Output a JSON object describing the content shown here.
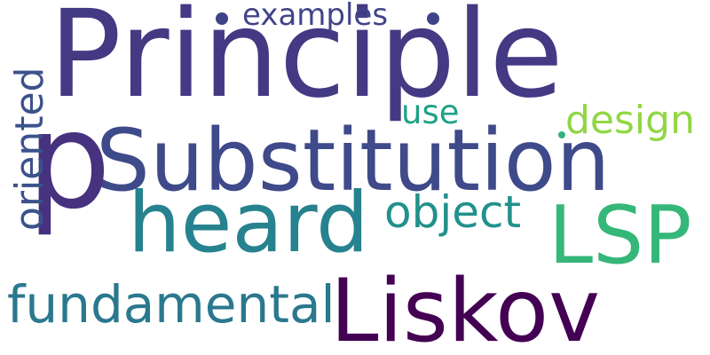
{
  "words": {
    "principle": {
      "text": "Principle",
      "color": "#443983"
    },
    "substitution": {
      "text": "Substitution",
      "color": "#3e4a89"
    },
    "heard": {
      "text": "heard",
      "color": "#26828e"
    },
    "liskov": {
      "text": "Liskov",
      "color": "#440154"
    },
    "lsp": {
      "text": "LSP",
      "color": "#35b779"
    },
    "object": {
      "text": "object",
      "color": "#21918c"
    },
    "fundamental": {
      "text": "fundamental",
      "color": "#2a788e"
    },
    "design": {
      "text": "design",
      "color": "#90d743"
    },
    "use": {
      "text": "use",
      "color": "#1fa187"
    },
    "examples": {
      "text": "examples",
      "color": "#414487"
    },
    "p": {
      "text": "p",
      "color": "#46327e"
    },
    "oriented": {
      "text": "oriented",
      "color": "#3b528b"
    }
  },
  "dots": {
    "left": {
      "color": "#404387"
    },
    "right": {
      "color": "#404387"
    },
    "mid": {
      "color": "#2fb47c"
    }
  },
  "background": "#ffffff"
}
